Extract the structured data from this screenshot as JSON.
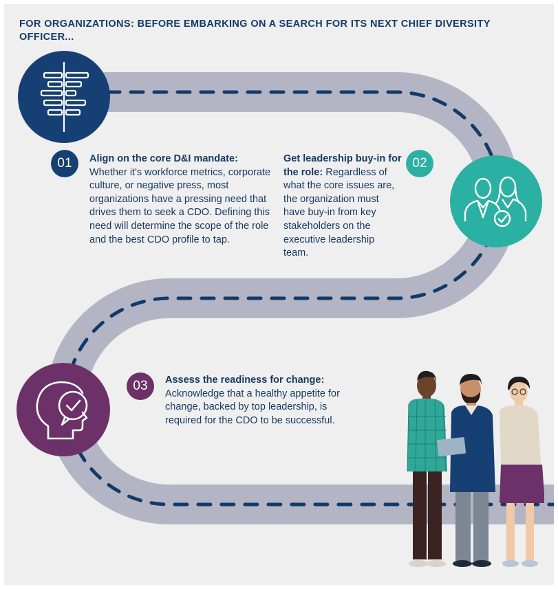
{
  "title": "FOR ORGANIZATIONS: BEFORE EMBARKING ON A SEARCH FOR ITS NEXT CHIEF DIVERSITY OFFICER...",
  "steps": [
    {
      "number": "01",
      "heading": "Align on the core D&I mandate:",
      "body": "Whether it's workforce metrics, corporate culture, or negative press, most organizations have a pressing need that drives them to seek a CDO. Defining this need will determine the scope of the role and the best CDO profile to tap.",
      "icon": "alignment-bars-icon",
      "color": "#163f73"
    },
    {
      "number": "02",
      "heading": "Get leadership buy-in for the role:",
      "body": "Regardless of what the core issues are, the organization must have buy-in from key stakeholders on the executive leadership team.",
      "icon": "leadership-approval-icon",
      "color": "#2bb0a4"
    },
    {
      "number": "03",
      "heading": "Assess the readiness for change:",
      "body": "Acknowledge that a healthy appetite for change, backed by top leadership, is required for the CDO to be successful.",
      "icon": "head-checkmark-icon",
      "color": "#6b3168"
    }
  ],
  "colors": {
    "road": "#b4b5c4",
    "dash": "#123a69",
    "background": "#efefef",
    "text": "#173a63"
  }
}
